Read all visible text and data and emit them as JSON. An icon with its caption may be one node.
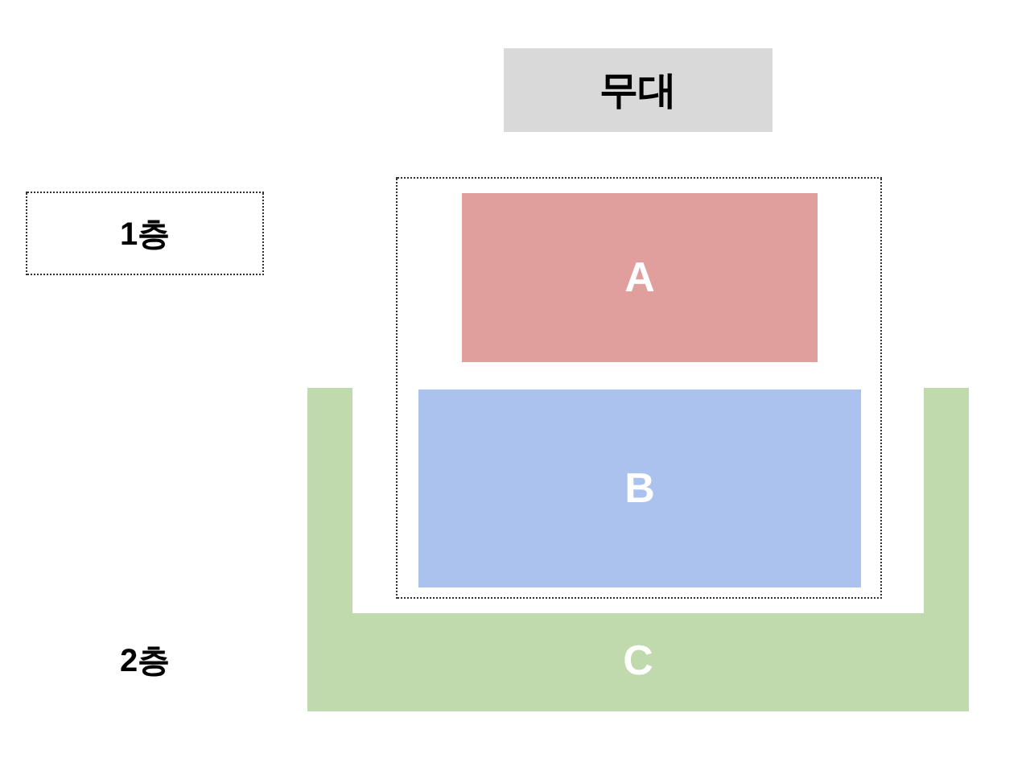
{
  "diagram": {
    "nodes": [
      {
        "text": [
          "무대"
        ]
      },
      {
        "text": [
          "1층"
        ]
      },
      {
        "text": [],
        "shape": "box"
      },
      {
        "text": [
          "A"
        ],
        "in": 2
      },
      {
        "text": [
          "B"
        ],
        "in": 2
      },
      {
        "text": [
          "C"
        ]
      }
    ],
    "labels": [
      "2층"
    ]
  }
}
